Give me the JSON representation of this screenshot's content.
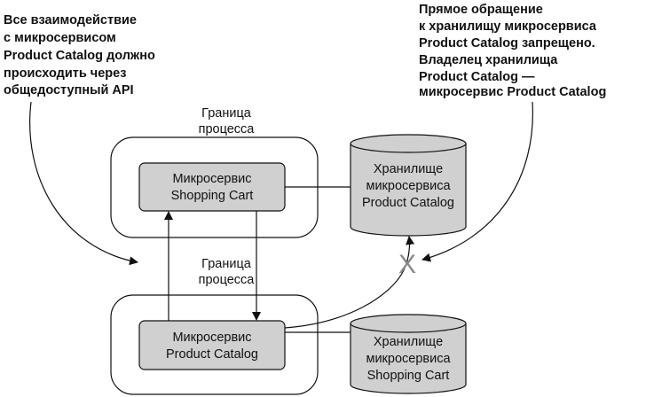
{
  "callout_left": [
    "Все взаимодействие",
    "с микросервисом",
    "Product Catalog должно",
    "происходить через",
    "общедоступный API"
  ],
  "callout_right": [
    "Прямое обращение",
    "к хранилищу микросервиса",
    "Product Catalog запрещено.",
    "Владелец хранилища",
    "Product Catalog —",
    "микросервис Product Catalog"
  ],
  "boundary_top_label": [
    "Граница",
    "процесса"
  ],
  "boundary_mid_label": [
    "Граница",
    "процесса"
  ],
  "service_shopping_cart": [
    "Микросервис",
    "Shopping Cart"
  ],
  "service_product_catalog": [
    "Микросервис",
    "Product Catalog"
  ],
  "store_product_catalog": [
    "Хранилище",
    "микросервиса",
    "Product Catalog"
  ],
  "store_shopping_cart": [
    "Хранилище",
    "микросервиса",
    "Shopping Cart"
  ],
  "forbidden_mark": "X",
  "colors": {
    "box_fill": "#d0d0d0",
    "forbidden": "#8a8a8a",
    "line": "#111111"
  }
}
